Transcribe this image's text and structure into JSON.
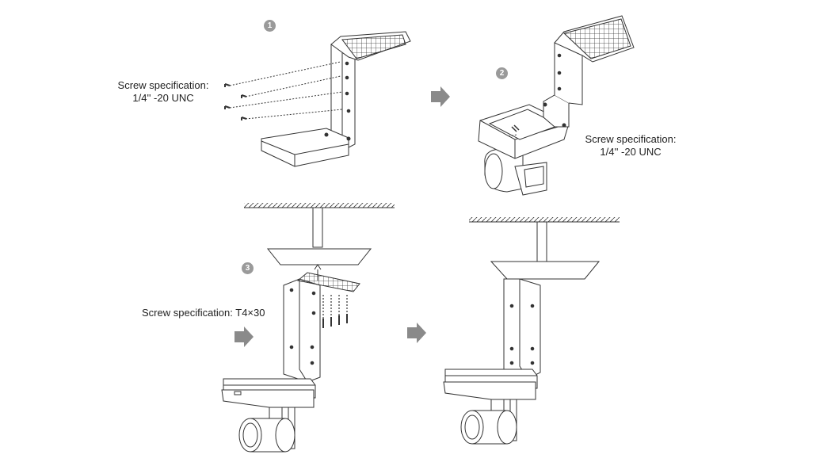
{
  "steps": {
    "s1": "1",
    "s2": "2",
    "s3": "3"
  },
  "labels": {
    "screw_step1_line1": "Screw specification:",
    "screw_step1_line2": "1/4'' -20 UNC",
    "screw_step2_line1": "Screw specification:",
    "screw_step2_line2": "1/4'' -20 UNC",
    "screw_step3": "Screw specification: T4×30"
  },
  "colors": {
    "line": "#333333",
    "arrow": "#8a8a8a",
    "step_badge": "#9a9a9a",
    "fill": "#ffffff"
  }
}
